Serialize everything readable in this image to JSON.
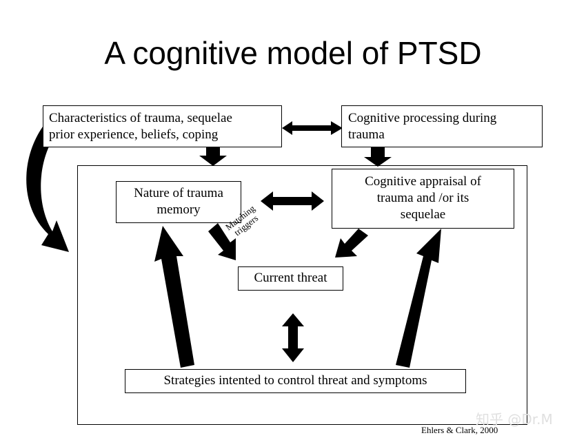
{
  "title": "A cognitive model of PTSD",
  "boxes": {
    "characteristics": [
      "Characteristics of trauma, sequelae",
      "prior experience, beliefs, coping"
    ],
    "processing": [
      "Cognitive processing during",
      "trauma"
    ],
    "nature": [
      "Nature of trauma",
      "memory"
    ],
    "appraisal": [
      "Cognitive appraisal of",
      "trauma and /or its",
      "sequelae"
    ],
    "threat": "Current threat",
    "strategies": "Strategies intented to control threat and symptoms"
  },
  "matching_triggers": [
    "Matching",
    "triggers"
  ],
  "citation": "Ehlers & Clark, 2000",
  "watermark": "知乎 @Dr.M"
}
